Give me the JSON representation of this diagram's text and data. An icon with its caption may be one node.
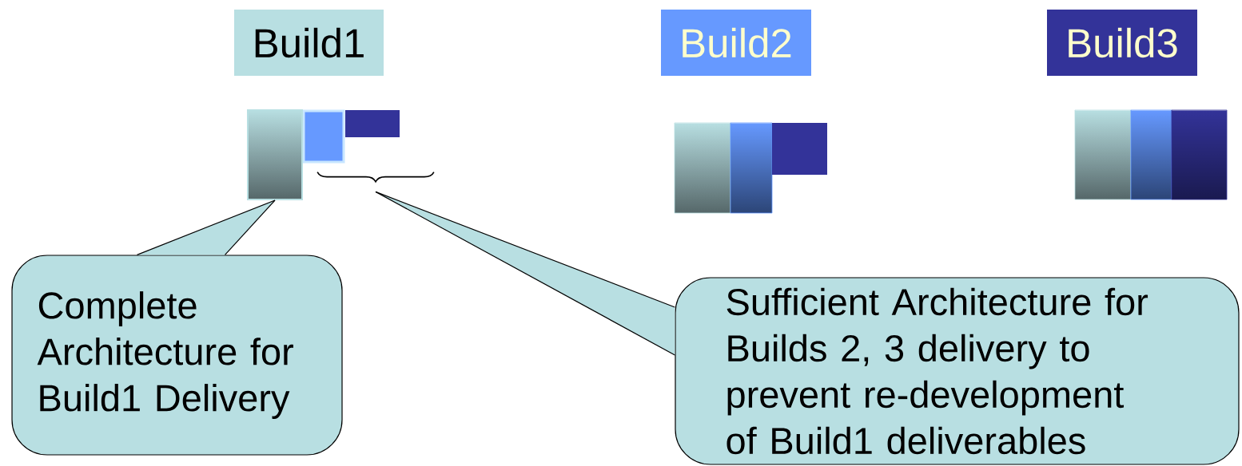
{
  "diagram": {
    "nodes": [
      {
        "text": [
          "Build1"
        ]
      },
      {
        "text": [
          "Build2"
        ]
      },
      {
        "text": [
          "Build3"
        ]
      },
      {
        "text": [
          "Complete Architecture for Build1 Delivery"
        ]
      },
      {
        "text": [
          "Sufficient Architecture for Builds 2, 3 delivery to prevent re-development of Build1 deliverables"
        ]
      },
      {
        "text": [],
        "shape": "bar"
      },
      {
        "text": [],
        "shape": "brace"
      }
    ],
    "edges": [
      {
        "from": 3,
        "to": 5,
        "arrow": "none"
      },
      {
        "from": 4,
        "to": 6,
        "arrow": "none"
      }
    ]
  }
}
